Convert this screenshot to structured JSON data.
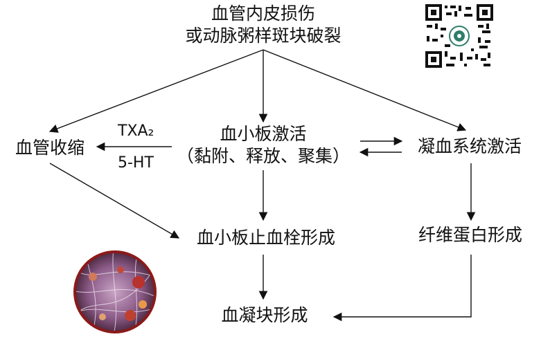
{
  "nodes": {
    "injury_line1": "血管内皮损伤",
    "injury_line2": "或动脉粥样斑块破裂",
    "vasoconstriction": "血管收缩",
    "platelet_activation_line1": "血小板激活",
    "platelet_activation_line2": "（黏附、释放、聚集）",
    "coagulation_activation": "凝血系统激活",
    "platelet_thrombus": "血小板止血栓形成",
    "fibrin_formation": "纤维蛋白形成",
    "clot_formation": "血凝块形成"
  },
  "mediators": {
    "txa2": "TXA₂",
    "serotonin": "5-HT"
  },
  "colors": {
    "arrow": "#111111",
    "micrograph_border": "#8b1a1a"
  }
}
